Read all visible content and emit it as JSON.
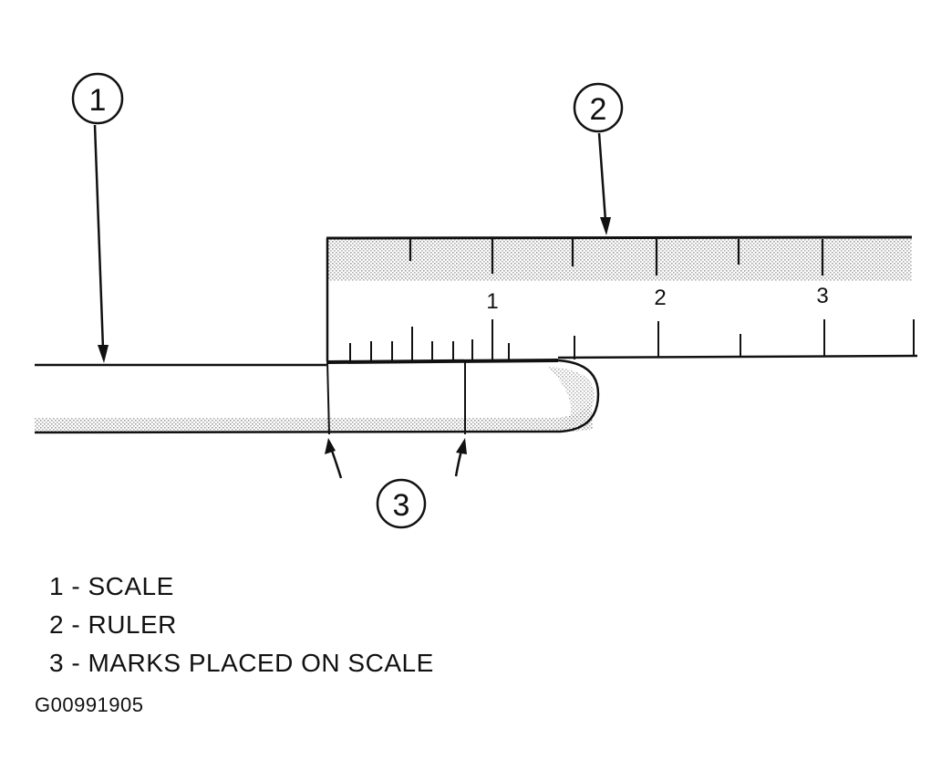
{
  "callouts": [
    {
      "number": "1"
    },
    {
      "number": "2"
    },
    {
      "number": "3"
    }
  ],
  "ruler": {
    "numbers": [
      "1",
      "2",
      "3"
    ]
  },
  "legend": [
    {
      "number": "1",
      "text": "SCALE"
    },
    {
      "number": "2",
      "text": "RULER"
    },
    {
      "number": "3",
      "text": "MARKS PLACED ON SCALE"
    }
  ],
  "legend_separator": "-",
  "figure_id": "G00991905",
  "colors": {
    "line": "#111111",
    "shading": "#c8c8c8",
    "background": "#ffffff"
  }
}
